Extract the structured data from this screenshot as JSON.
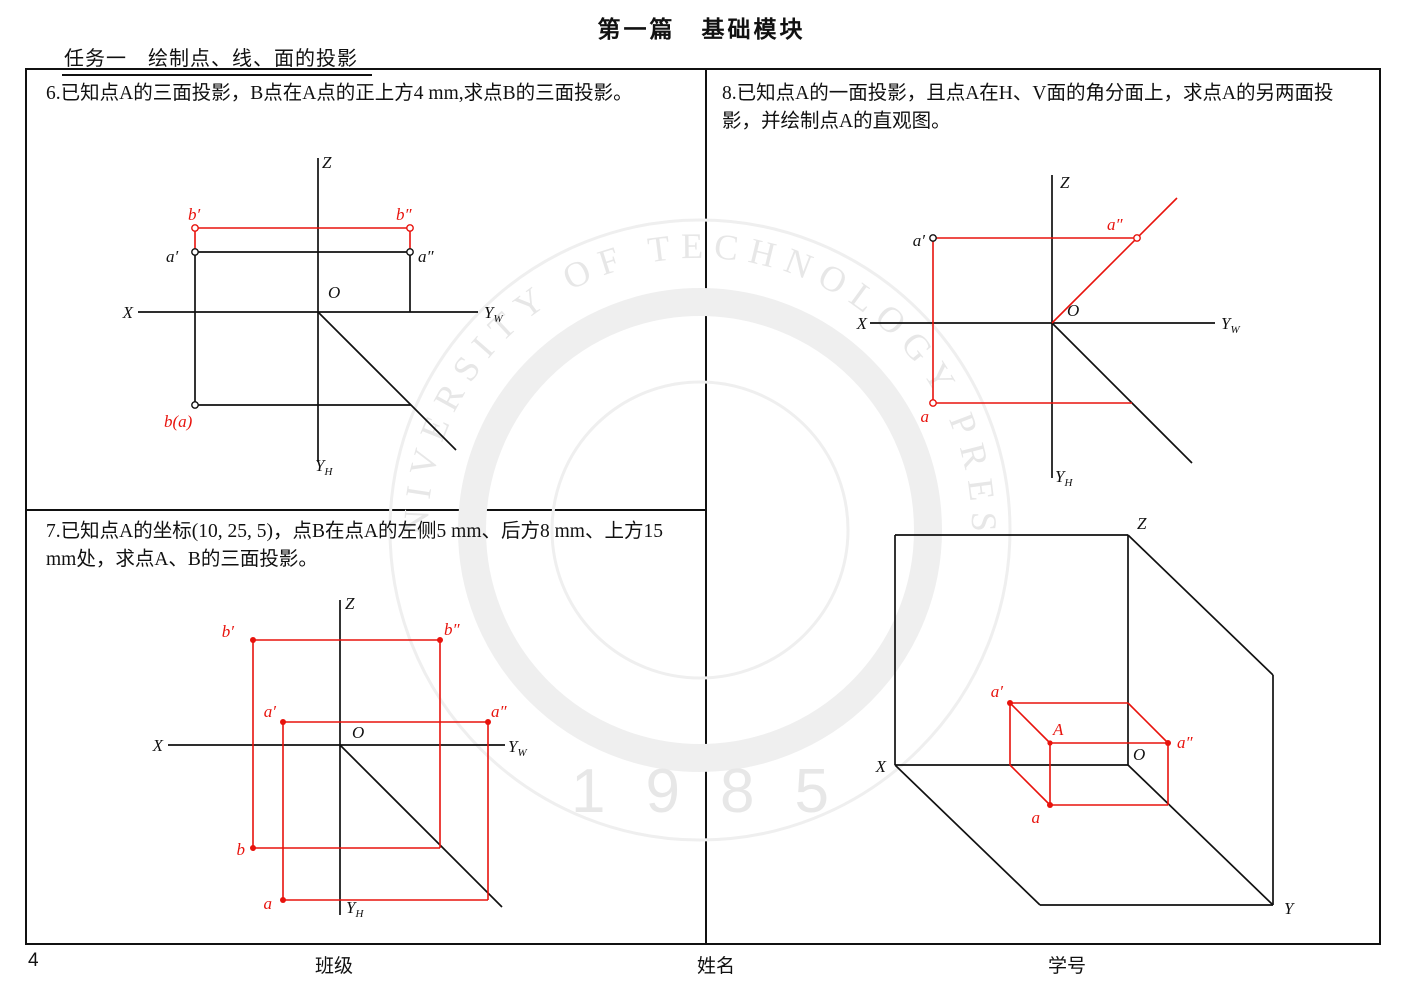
{
  "page": {
    "header_title": "第一篇　基础模块",
    "task_title": "任务一　绘制点、线、面的投影",
    "page_number": "4",
    "footer": {
      "class_label": "班级",
      "name_label": "姓名",
      "student_id_label": "学号"
    }
  },
  "problems": {
    "p6": "6.已知点A的三面投影，B点在A点的正上方4 mm,求点B的三面投影。",
    "p7": "7.已知点A的坐标(10, 25, 5)，点B在点A的左侧5 mm、后方8 mm、上方15 mm处，求点A、B的三面投影。",
    "p8": "8.已知点A的一面投影，且点A在H、V面的角分面上，求点A的另两面投影，并绘制点A的直观图。"
  },
  "d6": {
    "z": "Z",
    "x": "X",
    "y": "Y",
    "sub_w": "W",
    "sub_h": "H",
    "o": "O",
    "a_front": "a′",
    "a_side": "a″",
    "b_front": "b′",
    "b_side": "b″",
    "b_top": "b(a)"
  },
  "d7": {
    "z": "Z",
    "x": "X",
    "y": "Y",
    "sub_w": "W",
    "sub_h": "H",
    "o": "O",
    "a_front": "a′",
    "a_side": "a″",
    "b_front": "b′",
    "b_side": "b″",
    "a_top": "a",
    "b_top": "b"
  },
  "d8": {
    "z": "Z",
    "x": "X",
    "y": "Y",
    "sub_w": "W",
    "sub_h": "H",
    "o": "O",
    "a_front": "a′",
    "a_side": "a″",
    "a_top": "a"
  },
  "d9": {
    "z": "Z",
    "x": "X",
    "y": "Y",
    "o": "O",
    "a_front": "a′",
    "a_side": "a″",
    "a_top": "a",
    "point": "A"
  },
  "watermark": {
    "arc_text": "UNIVERSITY OF TECHNOLOGY PRESS",
    "year": "1985"
  },
  "colors": {
    "ink": "#111111",
    "accent_red": "#e8130d",
    "watermark_gray": "#ececec"
  }
}
